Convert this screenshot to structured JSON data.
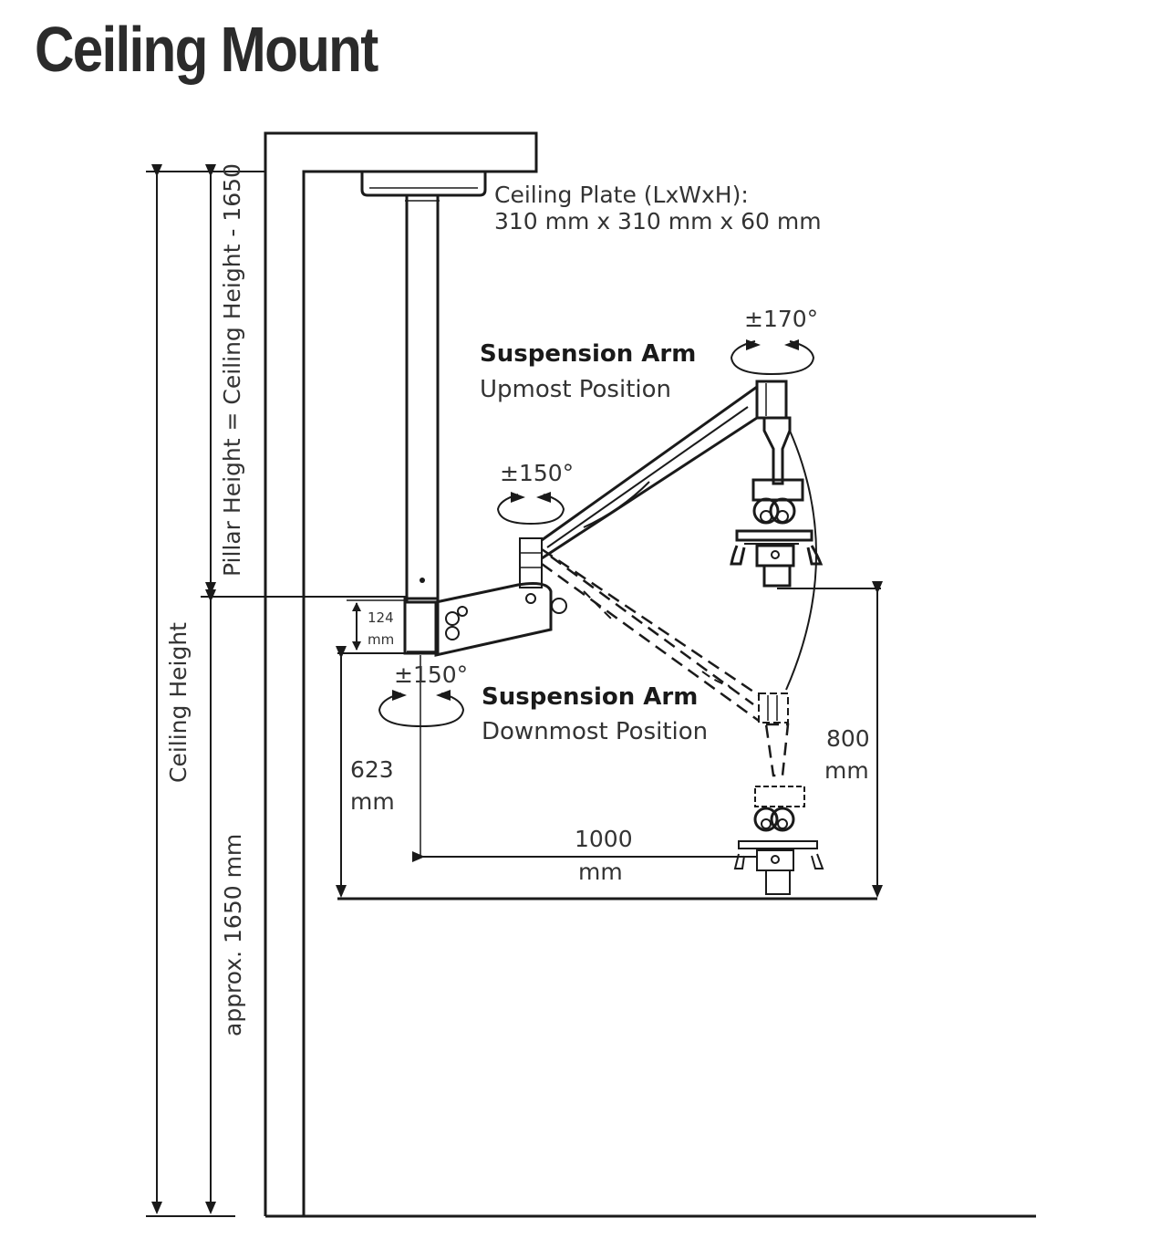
{
  "title": "Ceiling Mount",
  "labels": {
    "ceiling_plate_line1": "Ceiling Plate (LxWxH):",
    "ceiling_plate_line2": "310 mm x 310 mm x 60 mm",
    "pillar_height": "Pillar Height = Ceiling Height - 1650",
    "ceiling_height": "Ceiling Height",
    "approx_1650": "approx. 1650 mm",
    "upmost_title": "Suspension Arm",
    "upmost_sub": "Upmost Position",
    "downmost_title": "Suspension Arm",
    "downmost_sub": "Downmost Position",
    "rot_170": "±170°",
    "rot_150_top": "±150°",
    "rot_150_bottom": "±150°",
    "dim_124": "124",
    "dim_124_unit": "mm",
    "dim_623": "623",
    "dim_623_unit": "mm",
    "dim_800": "800",
    "dim_800_unit": "mm",
    "dim_1000": "1000",
    "dim_1000_unit": "mm"
  }
}
